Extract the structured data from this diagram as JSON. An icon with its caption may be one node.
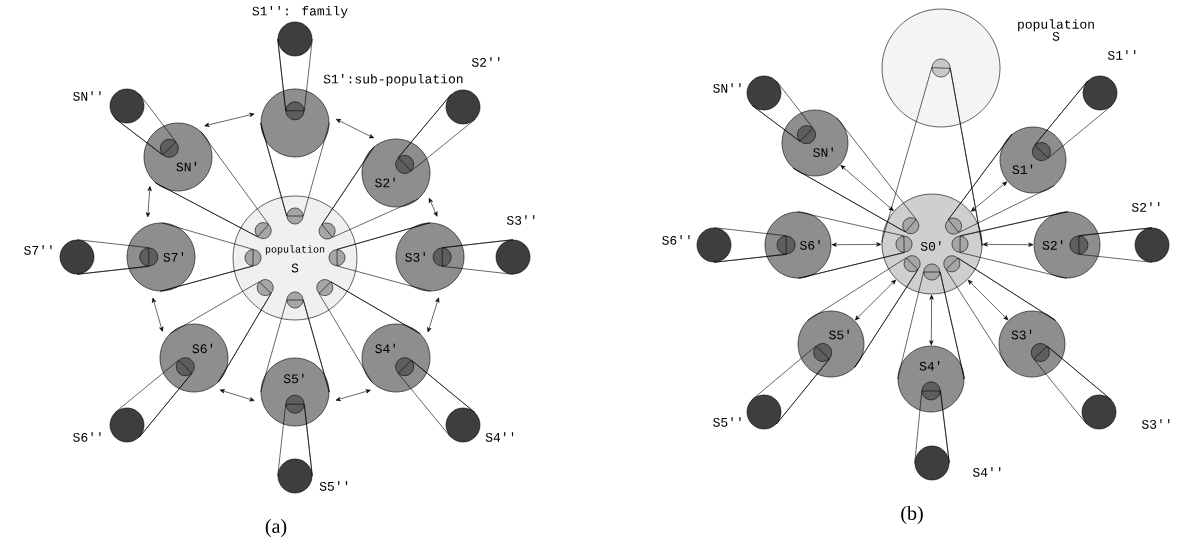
{
  "diagram": {
    "nodes": [
      {
        "text": [
          "population",
          "S"
        ]
      },
      {
        "text": [],
        "shape": "circle",
        "in": 0
      },
      {
        "text": [],
        "shape": "circle",
        "in": 0
      },
      {
        "text": [],
        "shape": "circle",
        "in": 0
      },
      {
        "text": [],
        "shape": "circle",
        "in": 0
      },
      {
        "text": [],
        "shape": "circle",
        "in": 0
      },
      {
        "text": [],
        "shape": "circle",
        "in": 0
      },
      {
        "text": [],
        "shape": "circle",
        "in": 0
      },
      {
        "text": [],
        "shape": "circle",
        "in": 0
      },
      {
        "text": [
          "S1':sub-population"
        ]
      },
      {
        "text": [],
        "shape": "circle",
        "in": 9
      },
      {
        "text": [
          "S1'': family"
        ]
      },
      {
        "text": [
          "S2'"
        ]
      },
      {
        "text": [],
        "shape": "circle",
        "in": 12
      },
      {
        "text": [
          "S2''"
        ]
      },
      {
        "text": [
          "S3'"
        ]
      },
      {
        "text": [],
        "shape": "circle",
        "in": 15
      },
      {
        "text": [
          "S3''"
        ]
      },
      {
        "text": [
          "S4'"
        ]
      },
      {
        "text": [],
        "shape": "circle",
        "in": 18
      },
      {
        "text": [
          "S4''"
        ]
      },
      {
        "text": [
          "S5'"
        ]
      },
      {
        "text": [],
        "shape": "circle",
        "in": 21
      },
      {
        "text": [
          "S5''"
        ]
      },
      {
        "text": [
          "S6'"
        ]
      },
      {
        "text": [],
        "shape": "circle",
        "in": 24
      },
      {
        "text": [
          "S6''"
        ]
      },
      {
        "text": [
          "S7'"
        ]
      },
      {
        "text": [],
        "shape": "circle",
        "in": 27
      },
      {
        "text": [
          "S7''"
        ]
      },
      {
        "text": [
          "SN'"
        ]
      },
      {
        "text": [],
        "shape": "circle",
        "in": 30
      },
      {
        "text": [
          "SN''"
        ]
      },
      {
        "text": [
          "population S"
        ]
      },
      {
        "text": [],
        "shape": "circle",
        "in": 33
      },
      {
        "text": [
          "S0'"
        ]
      },
      {
        "text": [],
        "shape": "circle",
        "in": 35
      },
      {
        "text": [],
        "shape": "circle",
        "in": 35
      },
      {
        "text": [],
        "shape": "circle",
        "in": 35
      },
      {
        "text": [],
        "shape": "circle",
        "in": 35
      },
      {
        "text": [],
        "shape": "circle",
        "in": 35
      },
      {
        "text": [],
        "shape": "circle",
        "in": 35
      },
      {
        "text": [],
        "shape": "circle",
        "in": 35
      },
      {
        "text": [
          "S1'"
        ]
      },
      {
        "text": [],
        "shape": "circle",
        "in": 43
      },
      {
        "text": [
          "S1''"
        ]
      },
      {
        "text": [
          "S2'"
        ]
      },
      {
        "text": [],
        "shape": "circle",
        "in": 46
      },
      {
        "text": [
          "S2''"
        ]
      },
      {
        "text": [
          "S3'"
        ]
      },
      {
        "text": [],
        "shape": "circle",
        "in": 49
      },
      {
        "text": [
          "S3''"
        ]
      },
      {
        "text": [
          "S4'"
        ]
      },
      {
        "text": [],
        "shape": "circle",
        "in": 52
      },
      {
        "text": [
          "S4''"
        ]
      },
      {
        "text": [
          "S5'"
        ]
      },
      {
        "text": [],
        "shape": "circle",
        "in": 55
      },
      {
        "text": [
          "S5''"
        ]
      },
      {
        "text": [
          "S6'"
        ]
      },
      {
        "text": [],
        "shape": "circle",
        "in": 58
      },
      {
        "text": [
          "S6''"
        ]
      },
      {
        "text": [
          "SN'"
        ]
      },
      {
        "text": [],
        "shape": "circle",
        "in": 61
      },
      {
        "text": [
          "SN''"
        ]
      }
    ],
    "edges": [
      {
        "from": 1,
        "to": 9,
        "arrow": "none"
      },
      {
        "from": 10,
        "to": 11,
        "arrow": "none"
      },
      {
        "from": 2,
        "to": 12,
        "arrow": "none"
      },
      {
        "from": 13,
        "to": 14,
        "arrow": "none"
      },
      {
        "from": 3,
        "to": 15,
        "arrow": "none"
      },
      {
        "from": 16,
        "to": 17,
        "arrow": "none"
      },
      {
        "from": 4,
        "to": 18,
        "arrow": "none"
      },
      {
        "from": 19,
        "to": 20,
        "arrow": "none"
      },
      {
        "from": 5,
        "to": 21,
        "arrow": "none"
      },
      {
        "from": 22,
        "to": 23,
        "arrow": "none"
      },
      {
        "from": 6,
        "to": 24,
        "arrow": "none"
      },
      {
        "from": 25,
        "to": 26,
        "arrow": "none"
      },
      {
        "from": 7,
        "to": 27,
        "arrow": "none"
      },
      {
        "from": 28,
        "to": 29,
        "arrow": "none"
      },
      {
        "from": 8,
        "to": 30,
        "arrow": "none"
      },
      {
        "from": 31,
        "to": 32,
        "arrow": "none"
      },
      {
        "from": 9,
        "to": 12,
        "arrow": "both"
      },
      {
        "from": 12,
        "to": 15,
        "arrow": "both"
      },
      {
        "from": 15,
        "to": 18,
        "arrow": "both"
      },
      {
        "from": 18,
        "to": 21,
        "arrow": "both"
      },
      {
        "from": 21,
        "to": 24,
        "arrow": "both"
      },
      {
        "from": 24,
        "to": 27,
        "arrow": "both"
      },
      {
        "from": 27,
        "to": 30,
        "arrow": "both"
      },
      {
        "from": 30,
        "to": 9,
        "arrow": "both"
      },
      {
        "from": 34,
        "to": 35,
        "arrow": "none"
      },
      {
        "from": 36,
        "to": 43,
        "arrow": "none"
      },
      {
        "from": 44,
        "to": 45,
        "arrow": "none"
      },
      {
        "from": 35,
        "to": 43,
        "arrow": "both"
      },
      {
        "from": 37,
        "to": 46,
        "arrow": "none"
      },
      {
        "from": 47,
        "to": 48,
        "arrow": "none"
      },
      {
        "from": 35,
        "to": 46,
        "arrow": "both"
      },
      {
        "from": 38,
        "to": 49,
        "arrow": "none"
      },
      {
        "from": 50,
        "to": 51,
        "arrow": "none"
      },
      {
        "from": 35,
        "to": 49,
        "arrow": "both"
      },
      {
        "from": 39,
        "to": 52,
        "arrow": "none"
      },
      {
        "from": 53,
        "to": 54,
        "arrow": "none"
      },
      {
        "from": 35,
        "to": 52,
        "arrow": "both"
      },
      {
        "from": 40,
        "to": 55,
        "arrow": "none"
      },
      {
        "from": 56,
        "to": 57,
        "arrow": "none"
      },
      {
        "from": 35,
        "to": 55,
        "arrow": "both"
      },
      {
        "from": 41,
        "to": 58,
        "arrow": "none"
      },
      {
        "from": 59,
        "to": 60,
        "arrow": "none"
      },
      {
        "from": 35,
        "to": 58,
        "arrow": "both"
      },
      {
        "from": 42,
        "to": 61,
        "arrow": "none"
      },
      {
        "from": 62,
        "to": 63,
        "arrow": "none"
      },
      {
        "from": 35,
        "to": 61,
        "arrow": "both"
      }
    ],
    "labels": [
      "(a)",
      "(b)"
    ]
  }
}
